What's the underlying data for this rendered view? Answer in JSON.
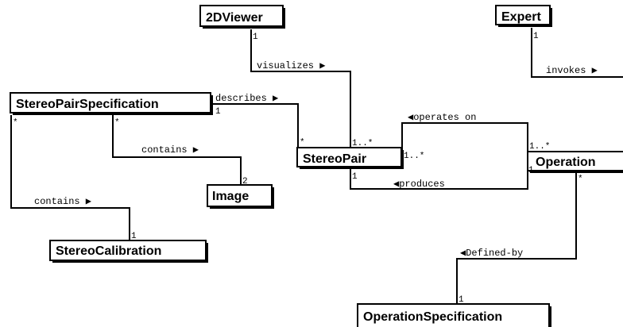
{
  "classes": {
    "viewer2d": "2DViewer",
    "expert": "Expert",
    "stereo_pair_spec": "StereoPairSpecification",
    "stereo_pair": "StereoPair",
    "operation": "Operation",
    "image": "Image",
    "stereo_calibration": "StereoCalibration",
    "operation_spec": "OperationSpecification"
  },
  "associations": {
    "visualizes": {
      "label": "visualizes ▶",
      "mult_viewer": "1",
      "mult_pair": "1..*"
    },
    "invokes": {
      "label": "invokes ▶",
      "mult_expert": "1"
    },
    "describes": {
      "label": "describes ▶",
      "mult_spec": "1",
      "mult_pair": "*"
    },
    "operates_on": {
      "label": "◀operates on",
      "mult_pair": "1..*",
      "mult_op": "1..*"
    },
    "produces": {
      "label": "◀produces",
      "mult_pair": "1",
      "mult_op": "1"
    },
    "contains_image": {
      "label": "contains ▶",
      "mult_spec": "*",
      "mult_image": "2"
    },
    "contains_calibration": {
      "label": "contains ▶",
      "mult_spec": "*",
      "mult_calib": "1"
    },
    "defined_by": {
      "label": "◀Defined-by",
      "mult_op": "*",
      "mult_opspec": "1"
    }
  }
}
